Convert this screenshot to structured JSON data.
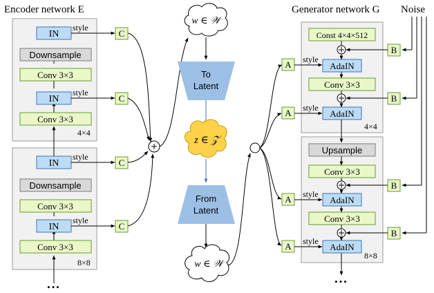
{
  "encoder": {
    "title": "Encoder network E",
    "block1_size": "4×4",
    "block2_size": "8×8",
    "in_label": "IN",
    "downsample_label": "Downsample",
    "conv_label": "Conv 3×3",
    "style_label": "style",
    "c_label": "C",
    "more": "•••"
  },
  "center": {
    "w_label_top": "w ∈ 𝒲",
    "to_latent": [
      "To",
      "Latent"
    ],
    "z_label": "z ∈ 𝒵",
    "from_latent": [
      "From",
      "Latent"
    ],
    "w_label_bottom": "w ∈ 𝒲"
  },
  "generator": {
    "title": "Generator network G",
    "noise_label": "Noise",
    "const_label": "Const 4×4×512",
    "adain_label": "AdaIN",
    "conv_label": "Conv 3×3",
    "upsample_label": "Upsample",
    "style_label": "style",
    "a_label": "A",
    "b_label": "B",
    "block1_size": "4×4",
    "block2_size": "8×8",
    "more": "•••"
  },
  "colors": {
    "green_fill": "#e9f7c9",
    "green_stroke": "#6a9a2a",
    "blue_fill": "#bcdcf5",
    "blue_stroke": "#3e74b3",
    "gray_fill": "#d9d9d9",
    "panel_fill": "#f1f1f1",
    "trap_fill": "#9dbfe6",
    "cloud_fill": "#ffd24a"
  }
}
